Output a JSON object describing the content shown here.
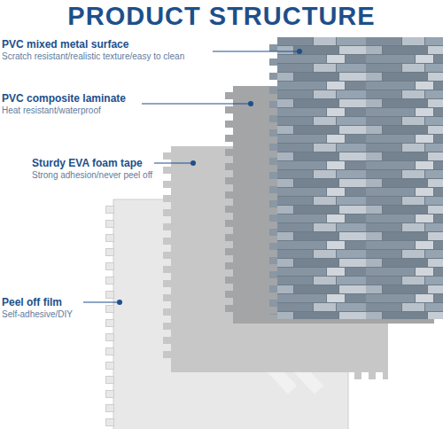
{
  "diagram": {
    "title": "PRODUCT STRUCTURE",
    "labels": [
      "PVC mixed metal surface",
      "Scratch resistant/realistic texture/easy to clean",
      "PVC composite laminate",
      "Heat resistant/waterproof",
      "Sturdy EVA foam tape",
      "Strong adhesion/never peel off",
      "Peel off film",
      "Self-adhesive/DIY"
    ]
  }
}
